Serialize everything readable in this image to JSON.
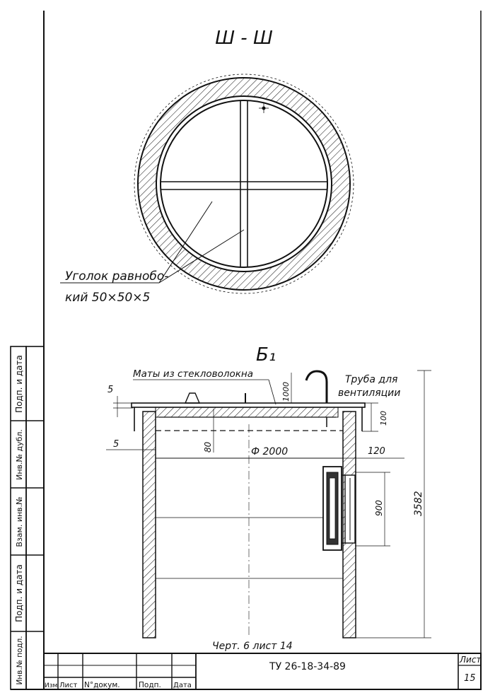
{
  "section_title": "Ш - Ш",
  "view_title": "Б₁",
  "plan_view": {
    "callout_line1": "Уголок равнобо-",
    "callout_line2": "кий  50×50×5"
  },
  "elevation": {
    "mats_label": "Маты из стекловолокна",
    "pipe_label_line1": "Труба для",
    "pipe_label_line2": "вентиляции",
    "dim_lid_thickness": "5",
    "dim_pipe_height": "1000",
    "dim_lid_height": "100",
    "dim_gap": "5",
    "dim_beam": "80",
    "dim_diameter": "Ф 2000",
    "dim_wall": "120",
    "dim_hatch": "900",
    "dim_total_height": "3582",
    "reference": "Черт. 6 лист 14"
  },
  "side_stamp": {
    "cells": [
      "Инв.№ подл.",
      "Подп. и дата",
      "Взам. инв.№",
      "Инв.№ дубл.",
      "Подп. и дата"
    ]
  },
  "title_block": {
    "doc_code": "ТУ 26-18-34-89",
    "sheet_label": "Лист",
    "sheet_number": "15",
    "columns": [
      "Изм",
      "Лист",
      "N°докум.",
      "Подп.",
      "Дата"
    ]
  }
}
